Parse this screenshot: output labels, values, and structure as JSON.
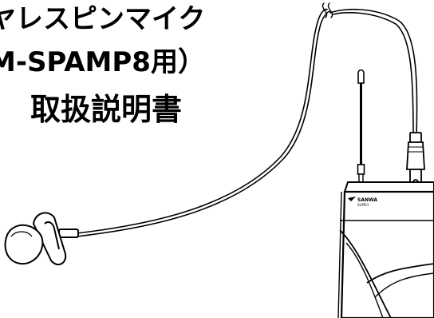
{
  "document": {
    "title_line1": "ヤレスピンマイク",
    "title_line2": "M-SPAMP8用）",
    "title_line3": "取扱説明書",
    "brand_logo": "SANWA SUPPLY"
  },
  "icons": [
    "lapel-microphone-icon",
    "transmitter-body-icon",
    "antenna-icon"
  ],
  "colors": {
    "ink": "#000000",
    "paper": "#ffffff"
  }
}
